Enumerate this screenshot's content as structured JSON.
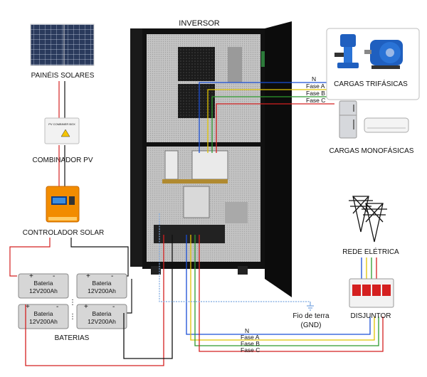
{
  "labels": {
    "inverter_title": "INVERSOR",
    "solar_panels": "PAINÉIS SOLARES",
    "pv_combiner": "COMBINADOR PV",
    "pv_combiner_plate": "PV COMBINER BOX",
    "solar_controller": "CONTROLADOR SOLAR",
    "batteries": "BATERIAS",
    "three_phase_loads": "CARGAS TRIFÁSICAS",
    "single_phase_loads": "CARGAS MONOFÁSICAS",
    "grid": "REDE ELÉTRICA",
    "breaker": "DISJUNTOR",
    "ground_line1": "Fio de terra",
    "ground_line2": "(GND)"
  },
  "battery_units": [
    {
      "name": "Bateria",
      "spec": "12V200Ah"
    },
    {
      "name": "Bateria",
      "spec": "12V200Ah"
    },
    {
      "name": "Bateria",
      "spec": "12V200Ah"
    },
    {
      "name": "Bateria",
      "spec": "12V200Ah"
    }
  ],
  "battery_terminals": {
    "positive": "+",
    "negative": "-"
  },
  "battery_series_dots": "⋮",
  "load_wires": {
    "neutral": "N",
    "phase_a": "Fase A",
    "phase_b": "Fase B",
    "phase_c": "Fase C"
  },
  "grid_wires": {
    "neutral": "N",
    "phase_a": "Fase A",
    "phase_b": "Fase B",
    "phase_c": "Fase C"
  },
  "wire_colors": {
    "neutral": "#1a4fd6",
    "phase_a": "#e0c400",
    "phase_b": "#2d9a2d",
    "phase_c": "#d42020",
    "dc_positive": "#d42020",
    "dc_negative": "#111111",
    "ground": "#7aa7e0"
  },
  "icons": {
    "pump": "water-pump-icon",
    "motor": "electric-motor-icon",
    "fridge": "refrigerator-icon",
    "air_conditioner": "air-conditioner-icon",
    "pylon": "power-pylon-icon"
  }
}
